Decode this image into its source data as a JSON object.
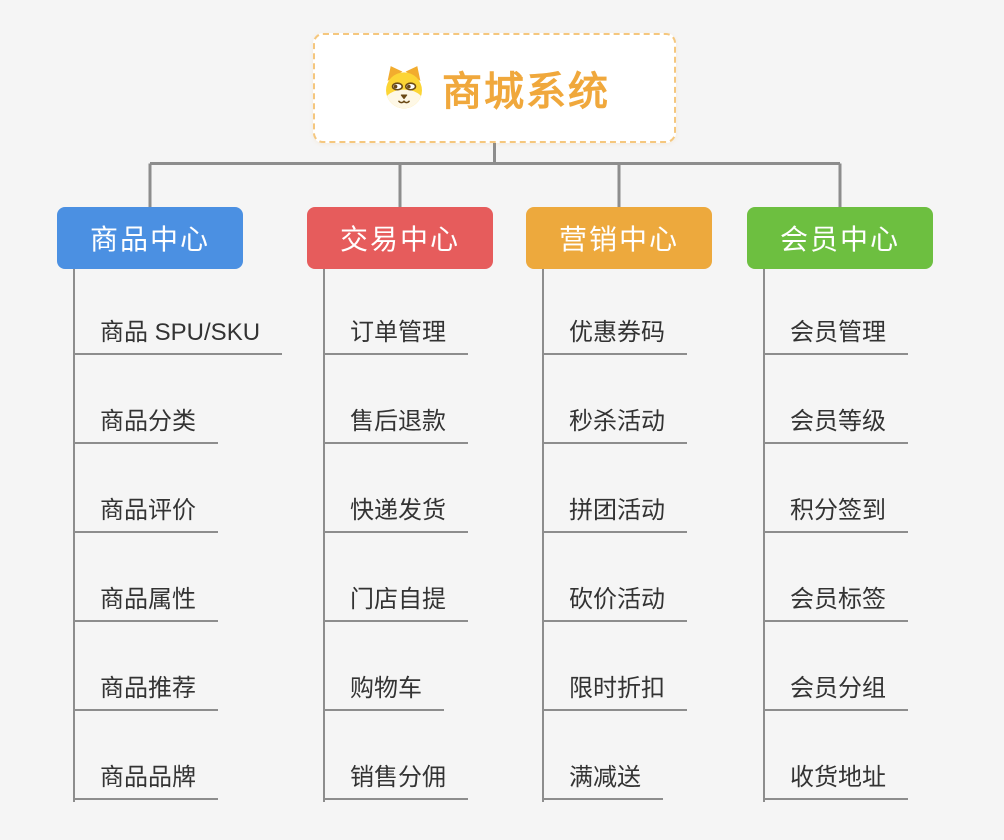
{
  "root": {
    "title": "商城系统",
    "icon": "dog-face-icon"
  },
  "branches": [
    {
      "label": "商品中心",
      "color": "#4B90E2",
      "items": [
        "商品 SPU/SKU",
        "商品分类",
        "商品评价",
        "商品属性",
        "商品推荐",
        "商品品牌"
      ]
    },
    {
      "label": "交易中心",
      "color": "#E65C5C",
      "items": [
        "订单管理",
        "售后退款",
        "快递发货",
        "门店自提",
        "购物车",
        "销售分佣"
      ]
    },
    {
      "label": "营销中心",
      "color": "#EDA93D",
      "items": [
        "优惠券码",
        "秒杀活动",
        "拼团活动",
        "砍价活动",
        "限时折扣",
        "满减送"
      ]
    },
    {
      "label": "会员中心",
      "color": "#6DBF40",
      "items": [
        "会员管理",
        "会员等级",
        "积分签到",
        "会员标签",
        "会员分组",
        "收货地址"
      ]
    }
  ],
  "style": {
    "background": "#F5F5F5",
    "connector_color": "#8D8D8D",
    "leaf_text_color": "#333333",
    "root_text_color": "#F0A83C",
    "root_border_color": "#F5C77E"
  }
}
